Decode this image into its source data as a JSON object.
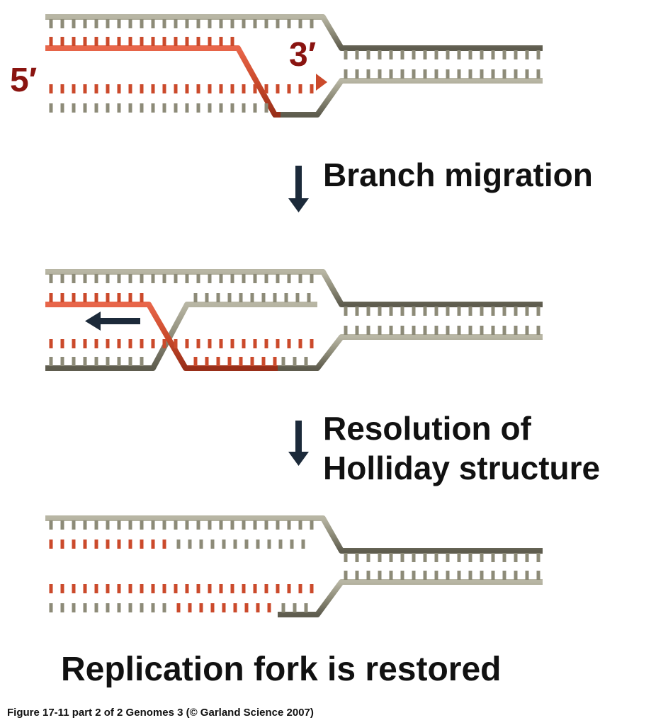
{
  "labels": {
    "five_prime": "5′",
    "three_prime": "3′",
    "step1": "Branch migration",
    "step2_line1": "Resolution of",
    "step2_line2": "Holliday structure",
    "result": "Replication fork is restored"
  },
  "caption": "Figure 17-11 part 2 of 2  Genomes 3 (© Garland Science 2007)",
  "colors": {
    "parental_strand": "#8d8b78",
    "new_strand": "#cb4a2b",
    "new_strand_highlight": "#e8664a",
    "arrow": "#1c2a3a",
    "prime_labels": "#8a1410",
    "text": "#111111"
  },
  "panels": [
    "stalled-fork-with-strand-invasion",
    "holliday-junction-branch-migration",
    "restored-replication-fork"
  ]
}
